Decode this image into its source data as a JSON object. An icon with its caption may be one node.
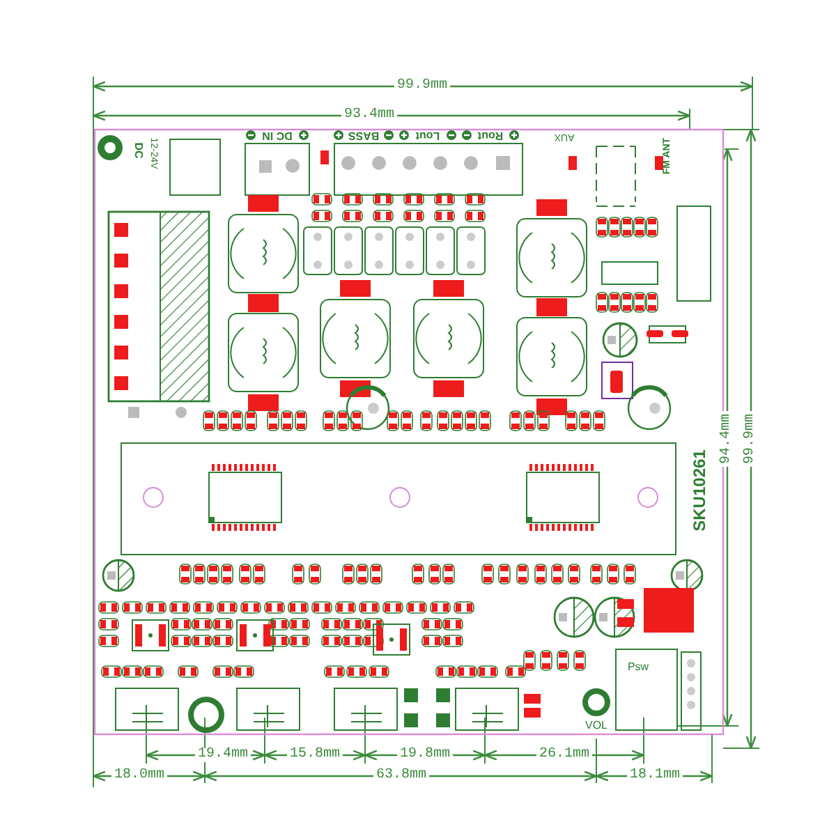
{
  "diagram": {
    "labels": [
      "99.9mm",
      "93.4mm",
      "DC",
      "12-24V",
      "DC IN",
      "BASS",
      "Lout",
      "Rout",
      "AUX",
      "FM ANT",
      "94.4mm",
      "99.9mm",
      "SKU10261",
      "Psw",
      "VOL",
      "19.4mm",
      "15.8mm",
      "19.8mm",
      "26.1mm",
      "18.0mm",
      "63.8mm",
      "18.1mm"
    ]
  }
}
